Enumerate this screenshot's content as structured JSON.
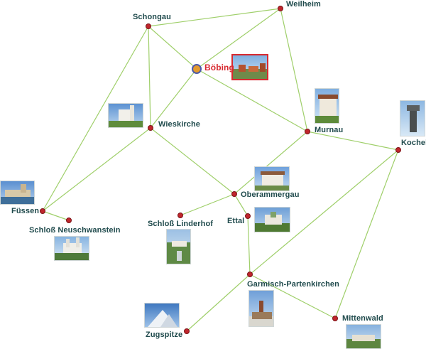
{
  "places": {
    "schongau": "Schongau",
    "weilheim": "Weilheim",
    "boebing": "Böbing",
    "wieskirche": "Wieskirche",
    "murnau": "Murnau",
    "kochel": "Kochel",
    "oberammergau": "Oberammergau",
    "fuessen": "Füssen",
    "neuschwanstein": "Schloß Neuschwanstein",
    "linderhof": "Schloß Linderhof",
    "ettal": "Ettal",
    "garmisch": "Garmisch-Partenkirchen",
    "zugspitze": "Zugspitze",
    "mittenwald": "Mittenwald"
  },
  "colors": {
    "route": "#9fcf6a",
    "node": "#c0262c",
    "label": "#1f4a4c",
    "highlight": "#d8292f"
  },
  "highlighted_place": "boebing"
}
